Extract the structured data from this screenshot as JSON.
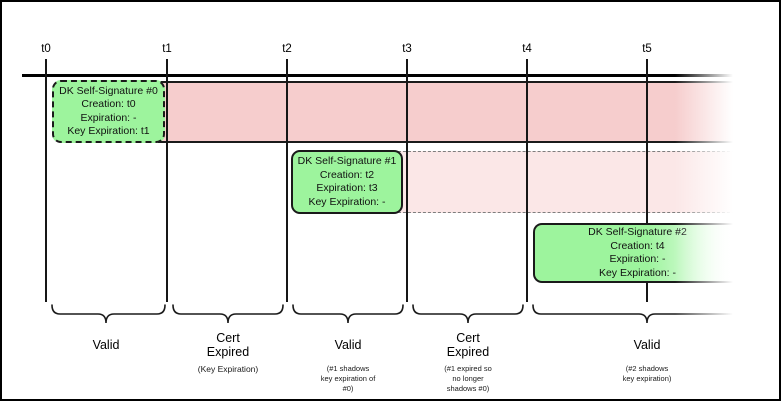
{
  "diagram": {
    "tick_labels": [
      "t0",
      "t1",
      "t2",
      "t3",
      "t4",
      "t5"
    ],
    "signatures": [
      {
        "title": "DK Self-Signature #0",
        "creation": "Creation: t0",
        "expiration": "Expiration: -",
        "key_expiration": "Key Expiration: t1"
      },
      {
        "title": "DK Self-Signature #1",
        "creation": "Creation: t2",
        "expiration": "Expiration: t3",
        "key_expiration": "Key Expiration: -"
      },
      {
        "title": "DK Self-Signature #2",
        "creation": "Creation: t4",
        "expiration": "Expiration: -",
        "key_expiration": "Key Expiration: -"
      }
    ],
    "periods": [
      {
        "label": "Valid",
        "note_lines": []
      },
      {
        "label": "Cert Expired",
        "note_lines": [
          "(Key Expiration)"
        ]
      },
      {
        "label": "Valid",
        "note_lines": [
          "(#1 shadows",
          "key expiration of",
          "#0)"
        ]
      },
      {
        "label": "Cert Expired",
        "note_lines": [
          "(#1 expired so",
          "no longer",
          "shadows #0)"
        ]
      },
      {
        "label": "Valid",
        "note_lines": [
          "(#2 shadows",
          "key expiration)"
        ]
      }
    ],
    "colors": {
      "band_valid_strong": "#f6cdcd",
      "band_valid_light": "#fbe7e7",
      "signature_green": "#9df49d"
    }
  }
}
